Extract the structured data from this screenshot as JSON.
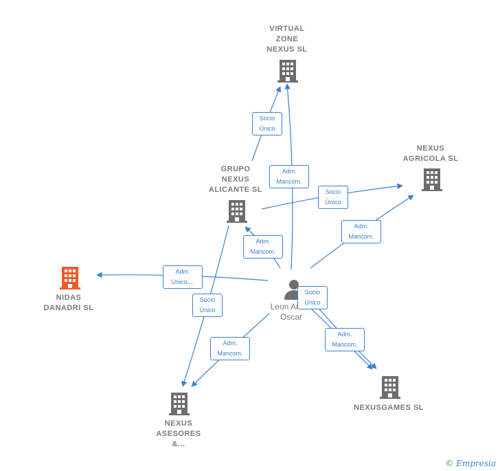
{
  "colors": {
    "edge": "#3a7fd4",
    "building": "#6e6e6e",
    "highlight": "#f05a2b",
    "person": "#6e6e6e"
  },
  "nodes": {
    "virtual_zone": {
      "label": "VIRTUAL\nZONE\nNEXUS  SL",
      "icon": "building-icon"
    },
    "grupo_nexus": {
      "label": "GRUPO\nNEXUS\nALICANTE  SL",
      "icon": "building-icon"
    },
    "nexus_agricola": {
      "label": "NEXUS\nAGRICOLA  SL",
      "icon": "building-icon"
    },
    "nidas_danadri": {
      "label": "NIDAS\nDANADRI  SL",
      "icon": "building-icon"
    },
    "nexusgames": {
      "label": "NEXUSGAMES SL",
      "icon": "building-icon"
    },
    "nexus_asesores": {
      "label": "NEXUS\nASESORES\n&...",
      "icon": "building-icon"
    },
    "person": {
      "label": "Leon Anton\nOscar",
      "icon": "person-icon"
    }
  },
  "edges": [
    {
      "label": "Socio\nÚnico"
    },
    {
      "label": "Adm.\nMancom."
    },
    {
      "label": "Socio\nÚnico"
    },
    {
      "label": "Adm.\nMancom."
    },
    {
      "label": "Adm.\nMancom."
    },
    {
      "label": "Adm.\nUnico,..."
    },
    {
      "label": "Socio\nÚnico"
    },
    {
      "label": "Socio\nÚnico"
    },
    {
      "label": "Adm.\nMancom."
    },
    {
      "label": "Adm.\nMancom."
    }
  ],
  "credit": {
    "copyright": "©",
    "brand": "Empresia"
  }
}
